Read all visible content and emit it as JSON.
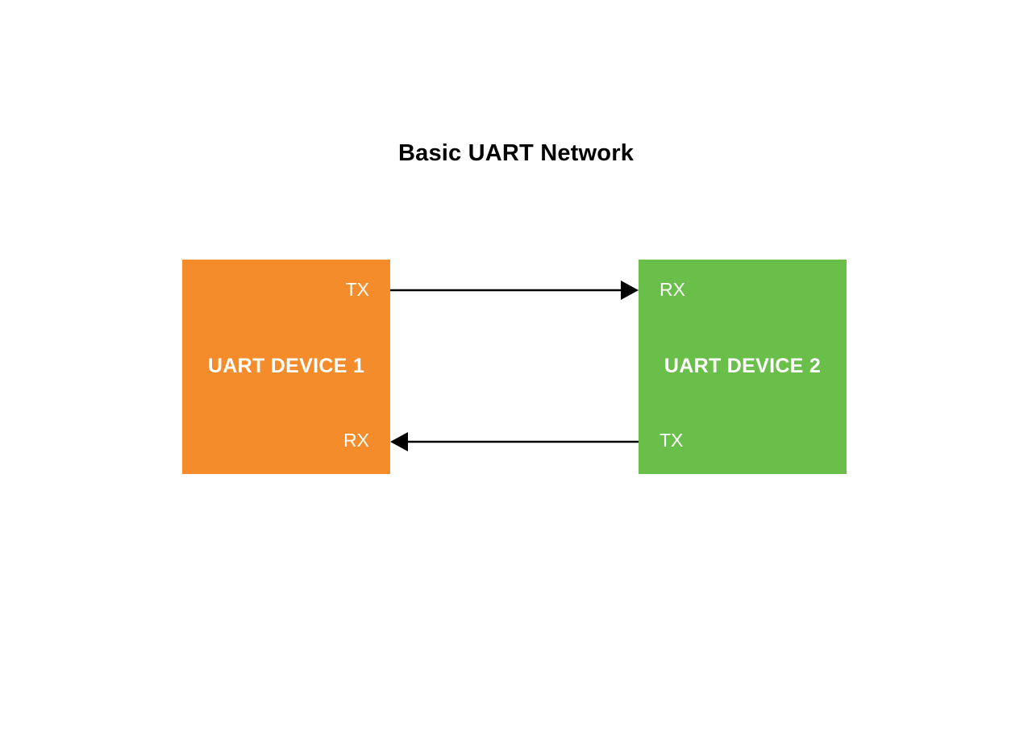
{
  "diagram": {
    "title": "Basic UART Network",
    "devices": [
      {
        "name": "UART DEVICE 1",
        "color": "#F58C2B",
        "pins": {
          "top": "TX",
          "bottom": "RX"
        }
      },
      {
        "name": "UART DEVICE 2",
        "color": "#6ABF4B",
        "pins": {
          "top": "RX",
          "bottom": "TX"
        }
      }
    ],
    "connections": [
      {
        "from": "UART DEVICE 1 TX",
        "to": "UART DEVICE 2 RX",
        "direction": "right"
      },
      {
        "from": "UART DEVICE 2 TX",
        "to": "UART DEVICE 1 RX",
        "direction": "left"
      }
    ],
    "line_color": "#000000",
    "text_color": "#FFFFFF"
  }
}
